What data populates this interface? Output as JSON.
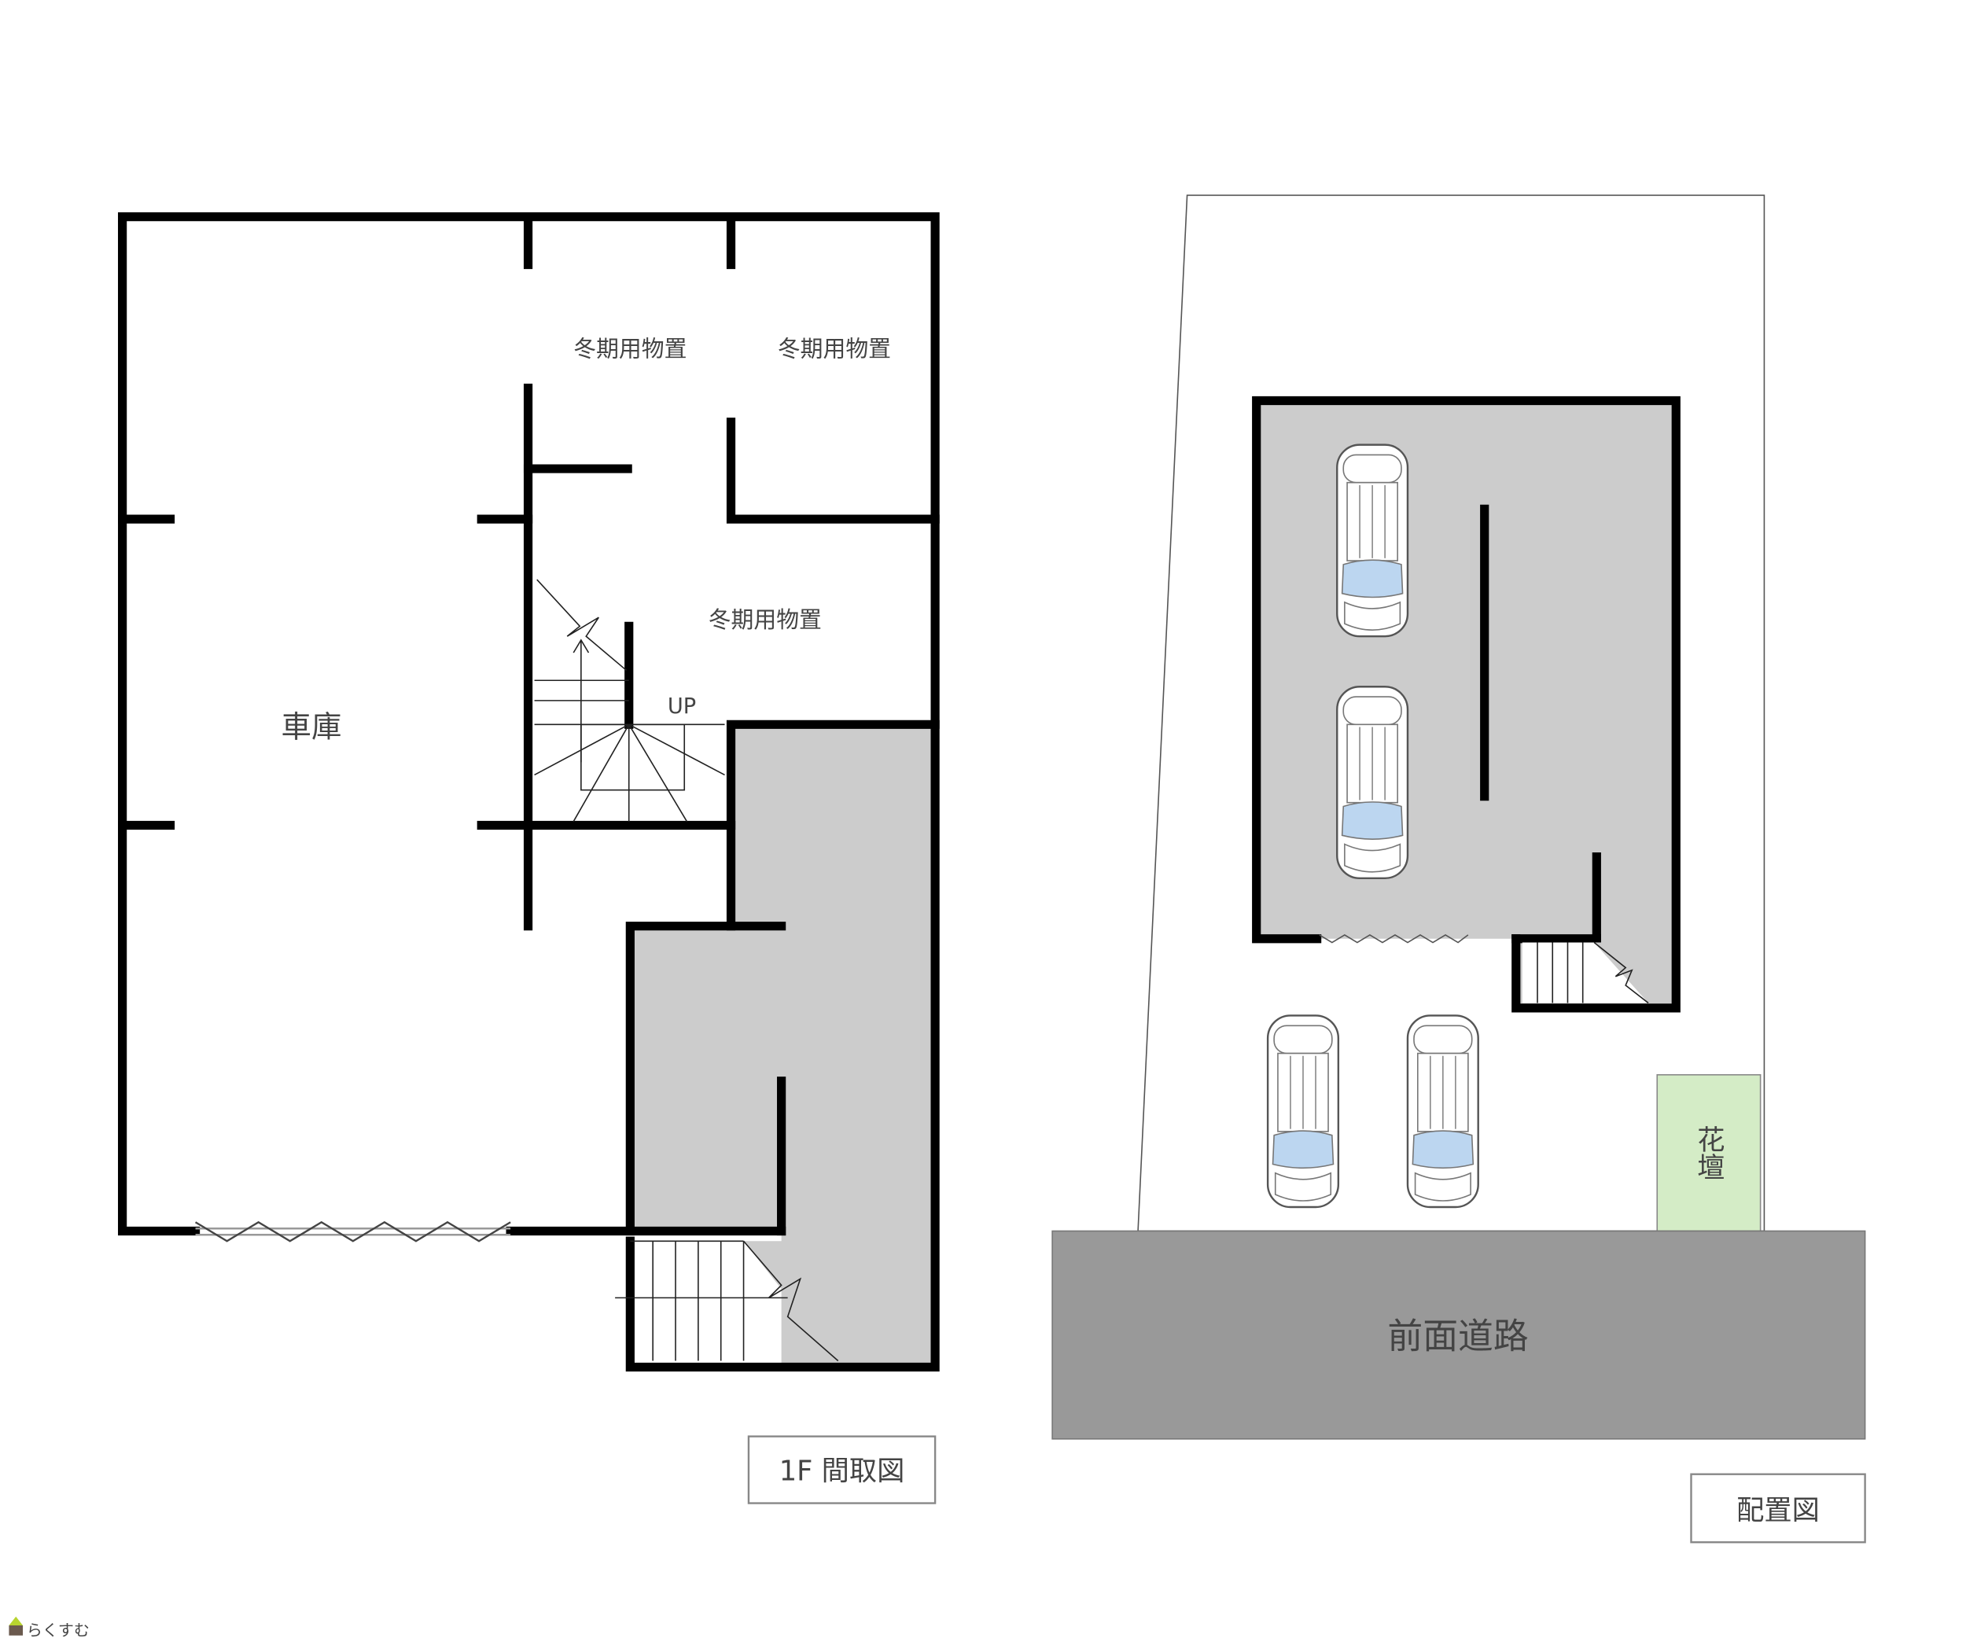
{
  "floor_plan": {
    "rooms": {
      "storage_1": "冬期用物置",
      "storage_2": "冬期用物置",
      "storage_3": "冬期用物置",
      "garage": "車庫",
      "stairs_up": "UP"
    },
    "caption": "1F 間取図"
  },
  "site_plan": {
    "flower_bed": "花壇",
    "front_road": "前面道路",
    "caption": "配置図"
  },
  "watermark": "らくすむ",
  "colors": {
    "wall": "#000000",
    "shaded": "#cccccc",
    "road": "#999999",
    "flower_bed": "#d4ecc6",
    "car_glass": "#bcd6f0"
  }
}
